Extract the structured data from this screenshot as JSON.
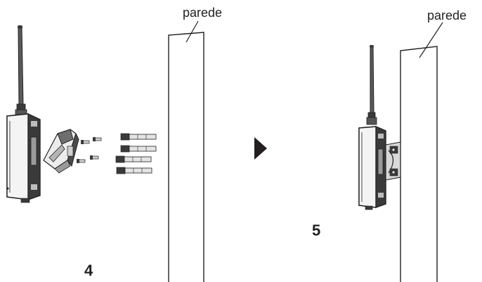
{
  "diagram": {
    "step_left": {
      "number": "4",
      "wall_label": "parede"
    },
    "step_right": {
      "number": "5",
      "wall_label": "parede"
    },
    "arrow_icon": "triangle-right-icon",
    "colors": {
      "ink": "#231f20",
      "device_dark": "#2b2b2b",
      "device_mid": "#8a8a8a",
      "device_light": "#e6e6e6",
      "background": "#ffffff"
    }
  }
}
